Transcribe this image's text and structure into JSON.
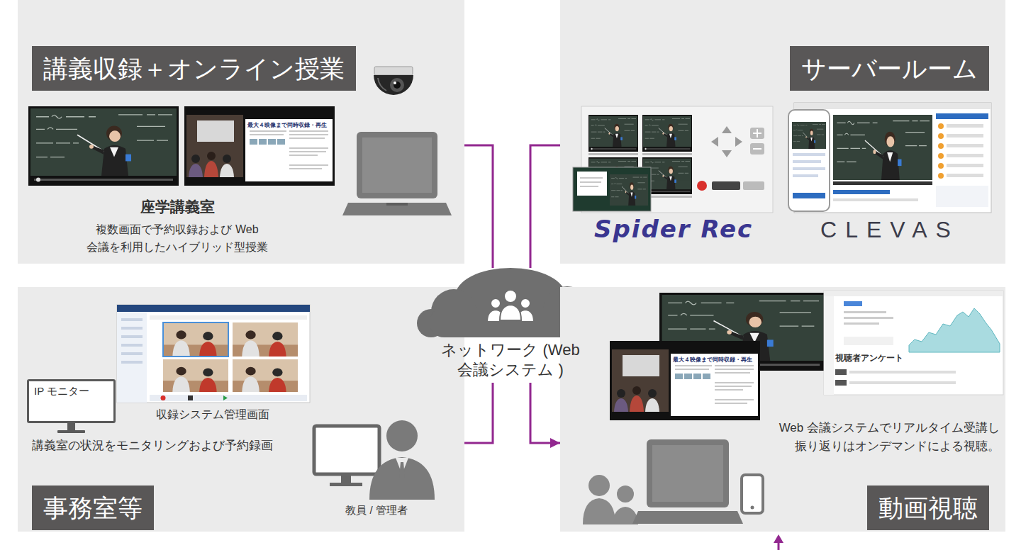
{
  "diagram": {
    "nodes": [
      {
        "text": [
          "座学講義室",
          "複数画面で予約収録および Web 会議を利用したハイブリッド型授業"
        ]
      },
      {
        "text": [
          "講義収録＋オンライン授業"
        ],
        "in": 0
      },
      {
        "text": [
          "Spider Rec",
          "CLEVAS"
        ]
      },
      {
        "text": [
          "サーバールーム"
        ],
        "in": 2
      },
      {
        "text": [
          "収録システム管理画面",
          "講義室の状況をモニタリングおよび予約録画",
          "教員 / 管理者"
        ]
      },
      {
        "text": [
          "事務室等"
        ],
        "in": 4
      },
      {
        "text": [
          "IP モニター"
        ],
        "in": 4
      },
      {
        "text": [
          "ネットワーク (Web 会議システム )"
        ]
      },
      {
        "text": [
          "Web 会議システムでリアルタイム受講し 振り返りはオンデマンドによる視聴。"
        ]
      },
      {
        "text": [
          "動画視聴"
        ],
        "in": 8
      }
    ],
    "edges": [
      {
        "from": 0,
        "to": 7,
        "arrow": "none"
      },
      {
        "from": 7,
        "to": 2,
        "arrow": "none"
      },
      {
        "from": 4,
        "to": 7,
        "arrow": "none"
      },
      {
        "from": 7,
        "to": 8,
        "arrow": "to"
      }
    ],
    "labels": [
      "最大４映像まで同時収録・再生",
      "最大４映像まで同時収録・再生",
      "視聴者アンケート"
    ]
  }
}
